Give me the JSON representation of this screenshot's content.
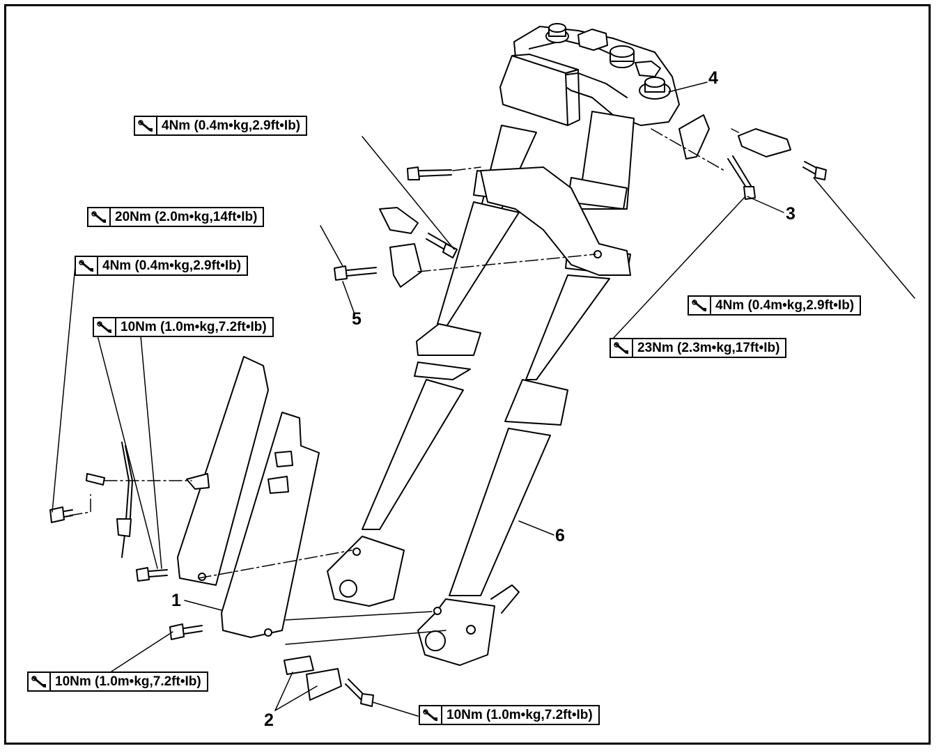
{
  "torque_specs": [
    {
      "id": "spec-a",
      "text": "4Nm (0.4m•kg,2.9ft•Ib)"
    },
    {
      "id": "spec-b",
      "text": "20Nm (2.0m•kg,14ft•Ib)"
    },
    {
      "id": "spec-c",
      "text": "4Nm (0.4m•kg,2.9ft•Ib)"
    },
    {
      "id": "spec-d",
      "text": "10Nm (1.0m•kg,7.2ft•Ib)"
    },
    {
      "id": "spec-e",
      "text": "4Nm (0.4m•kg,2.9ft•Ib)"
    },
    {
      "id": "spec-f",
      "text": "23Nm (2.3m•kg,17ft•Ib)"
    },
    {
      "id": "spec-g",
      "text": "10Nm (1.0m•kg,7.2ft•Ib)"
    },
    {
      "id": "spec-h",
      "text": "10Nm (1.0m•kg,7.2ft•Ib)"
    }
  ],
  "callouts": [
    "1",
    "2",
    "3",
    "4",
    "5",
    "6"
  ],
  "icons": {
    "torque": "torque-wrench-icon"
  },
  "colors": {
    "line": "#000000",
    "background": "#ffffff"
  }
}
